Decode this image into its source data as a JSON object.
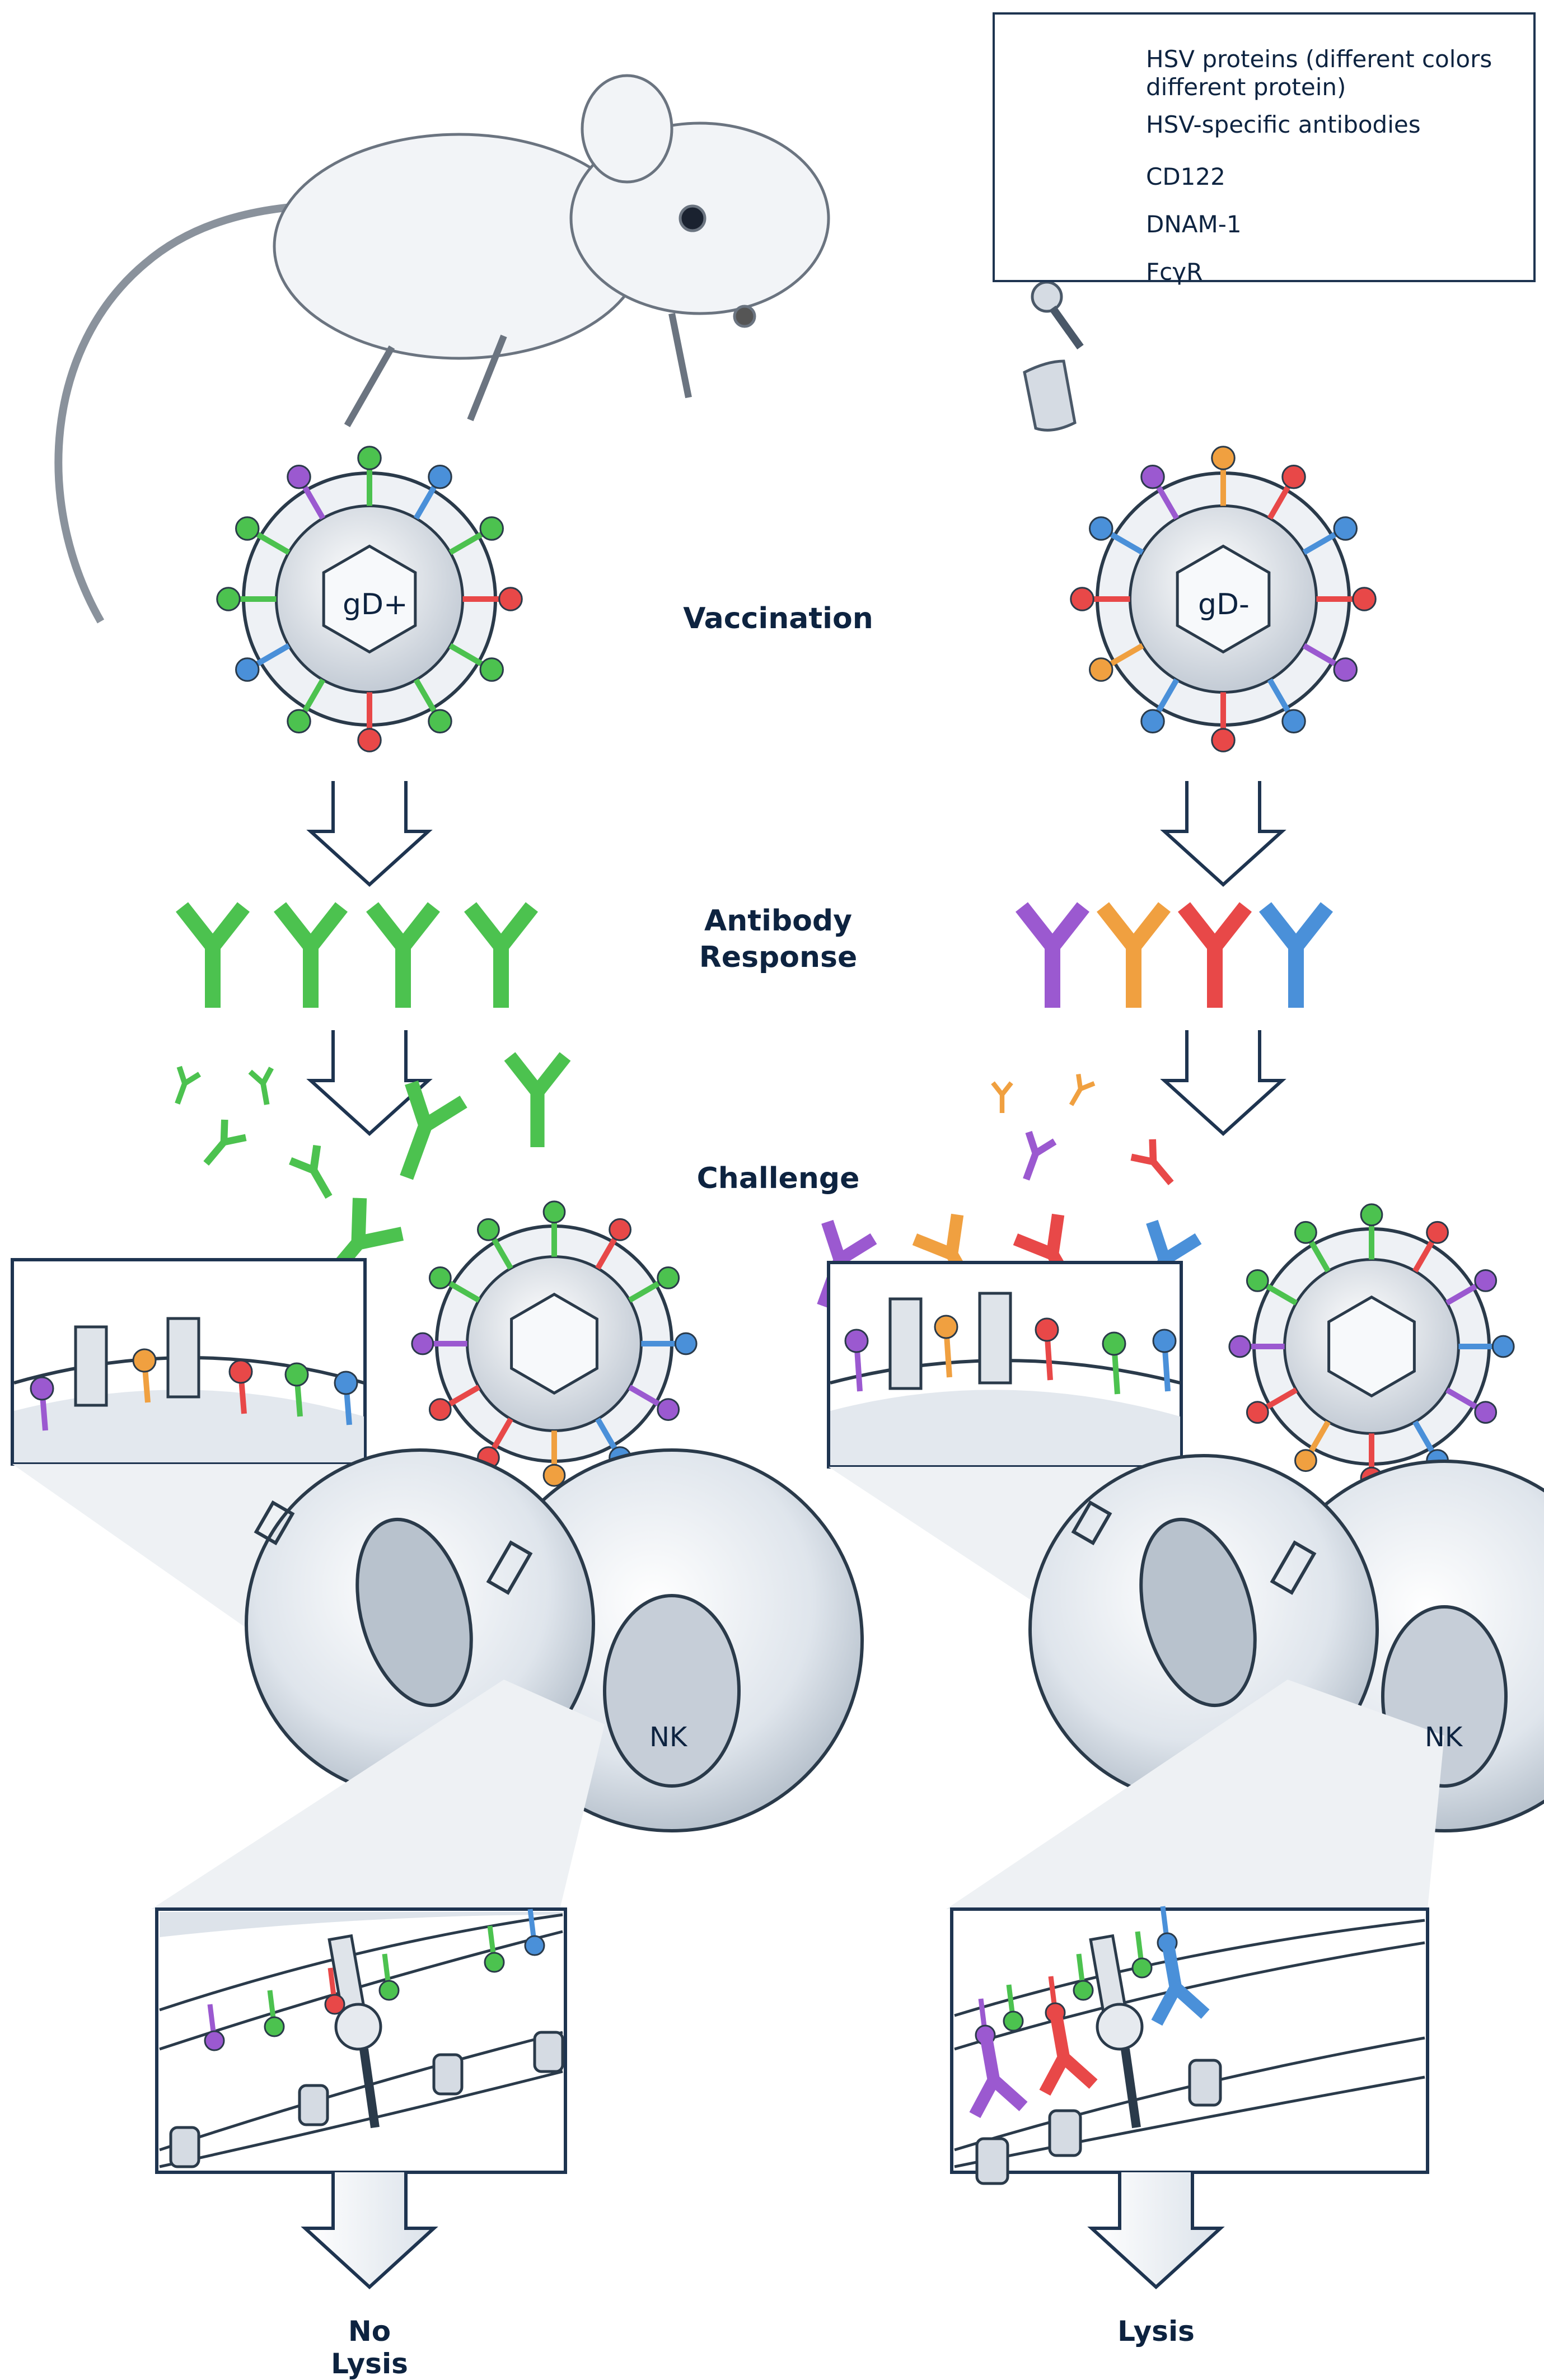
{
  "legend": {
    "items": [
      {
        "icon": "hsv-protein-icon",
        "label": "HSV proteins (different colors different protein)"
      },
      {
        "icon": "antibody-icon",
        "label": "HSV-specific antibodies"
      },
      {
        "icon": "cd122-icon",
        "label": "CD122"
      },
      {
        "icon": "dnam1-icon",
        "label": "DNAM-1"
      },
      {
        "icon": "fcgr-icon",
        "label": "FcγR"
      }
    ]
  },
  "stages": {
    "vaccination": "Vaccination",
    "antibody_response_line1": "Antibody",
    "antibody_response_line2": "Response",
    "challenge": "Challenge"
  },
  "left": {
    "virus_label": "gD+",
    "antibody_color": "green",
    "nk_label": "NK",
    "outcome": "No Lysis"
  },
  "right": {
    "virus_label": "gD-",
    "antibody_colors": [
      "purple",
      "orange",
      "red",
      "blue"
    ],
    "nk_label": "NK",
    "outcome": "Lysis"
  },
  "colors": {
    "text": "#0d2340",
    "green": "#4cc24f",
    "purple": "#9b59d0",
    "orange": "#f0a040",
    "red": "#e84848",
    "blue": "#4a90d9",
    "gray": "#c8ced6",
    "outline": "#2a3a4a"
  }
}
